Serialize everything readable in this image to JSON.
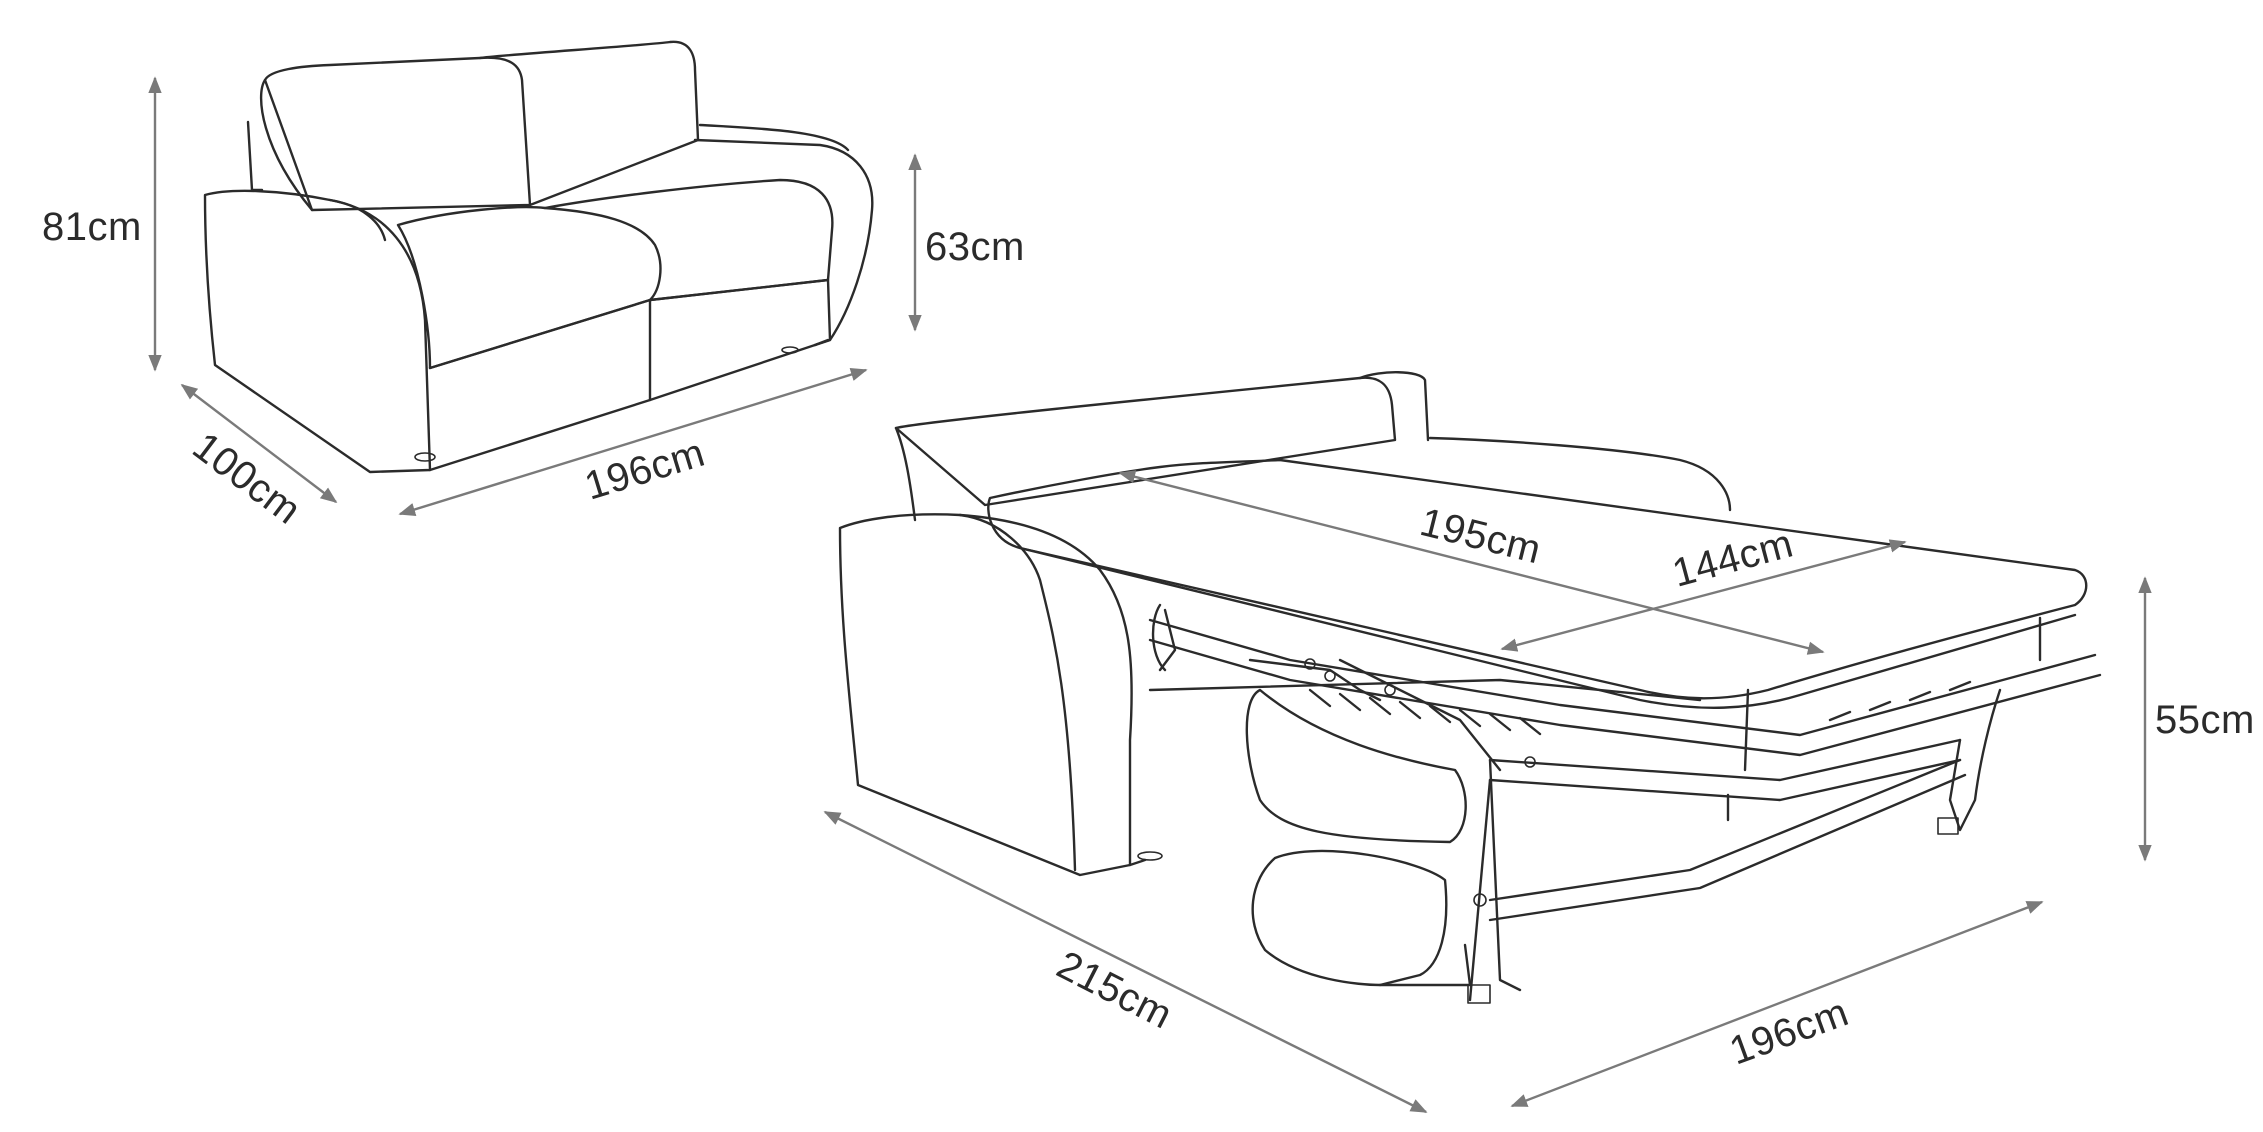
{
  "dimensions": {
    "sofa_height": "81cm",
    "seat_height": "63cm",
    "sofa_depth": "100cm",
    "sofa_width": "196cm",
    "bed_length": "215cm",
    "bed_width": "196cm",
    "mattress_length": "195cm",
    "mattress_width": "144cm",
    "bed_height": "55cm"
  }
}
